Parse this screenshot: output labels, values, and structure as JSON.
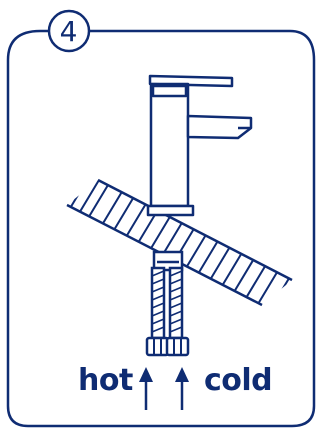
{
  "step": {
    "number": "4"
  },
  "labels": {
    "hot": "hot",
    "cold": "cold"
  },
  "colors": {
    "ink": "#0f2c73",
    "background": "#ffffff"
  }
}
